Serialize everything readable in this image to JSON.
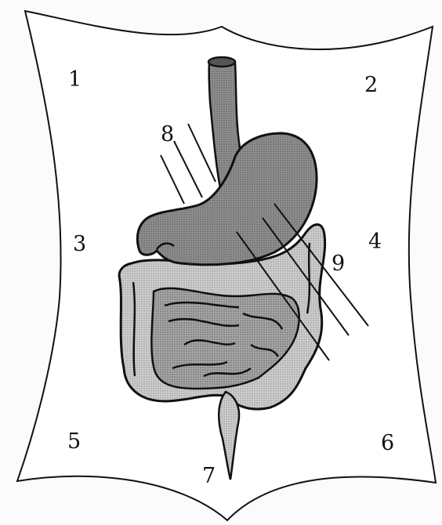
{
  "labels": {
    "l1": "1",
    "l2": "2",
    "l3": "3",
    "l4": "4",
    "l5": "5",
    "l6": "6",
    "l7": "7",
    "l8": "8",
    "l9": "9"
  },
  "colors": {
    "outline": "#111111",
    "stomach": "#8e8e8e",
    "esophagus_top": "#555555",
    "large_intestine": "#c8c8c8",
    "small_intestine": "#b0b0b0",
    "background": "#fbfbfb"
  }
}
